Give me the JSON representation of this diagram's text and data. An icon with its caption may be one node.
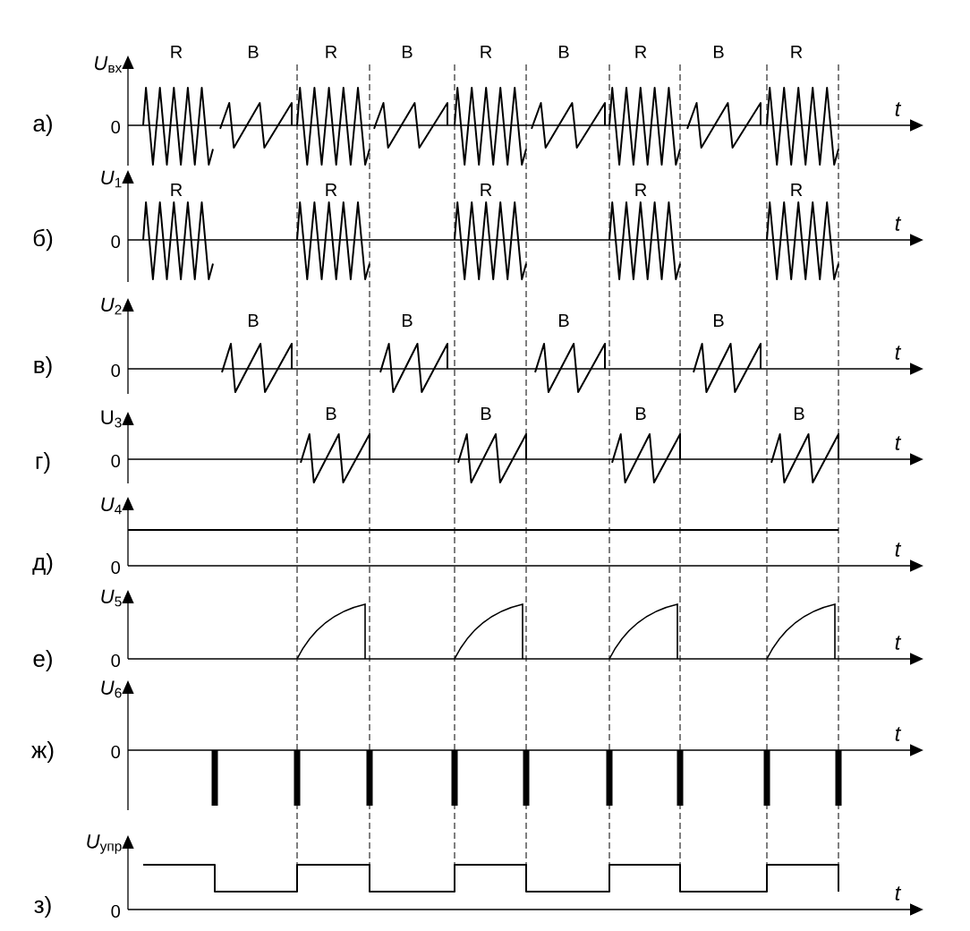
{
  "diagram": {
    "labels": [
      "R",
      "B",
      "R",
      "B",
      "R",
      "B",
      "R",
      "B",
      "R",
      "*U*$_{вх}$",
      "а)",
      "0",
      "t",
      "*U*$_{1}$",
      "R",
      "R",
      "R",
      "R",
      "R",
      "б)",
      "0",
      "t",
      "*U*$_{2}$",
      "B",
      "B",
      "B",
      "B",
      "в)",
      "0",
      "t",
      "U$_{3}$",
      "B",
      "B",
      "B",
      "B",
      "г)",
      "0",
      "t",
      "*U*$_{4}$",
      "д)",
      "0",
      "t",
      "*U*$_{5}$",
      "е)",
      "0",
      "t",
      "*U*$_{6}$",
      "ж)",
      "0",
      "t",
      "*U*$_{упр}$",
      "з)",
      "0",
      "t"
    ]
  }
}
